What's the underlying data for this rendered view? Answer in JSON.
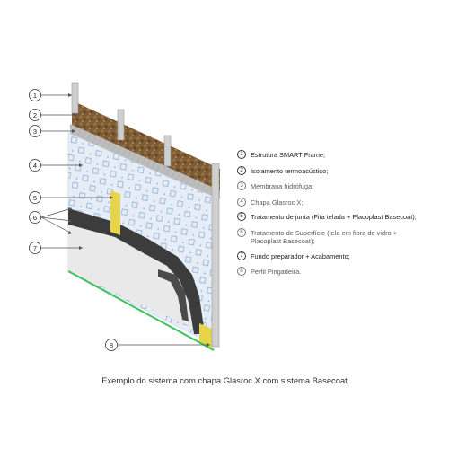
{
  "callouts": [
    "1",
    "2",
    "3",
    "4",
    "5",
    "6",
    "7",
    "8"
  ],
  "legend": [
    {
      "num": "1",
      "text": "Estrutura SMART Frame;"
    },
    {
      "num": "2",
      "text": "Isolamento termoacústico;"
    },
    {
      "num": "3",
      "text": "Membrana hidrófuga;"
    },
    {
      "num": "4",
      "text": "Chapa Glasroc X;"
    },
    {
      "num": "5",
      "text": "Tratamento de junta (Fita telada + Placoplast Basecoat);"
    },
    {
      "num": "6",
      "text": "Tratamento de Superfície (tela em fibra de vidro +\nPlacoplast Basecoat);"
    },
    {
      "num": "7",
      "text": "Fundo preparador + Acabamento;"
    },
    {
      "num": "8",
      "text": "Perfil Pingadeira."
    }
  ],
  "caption": "Exemplo do sistema com chapa Glasroc X com sistema Basecoat",
  "colors": {
    "stud": "#c9c9c9",
    "insulation": "#7a5a34",
    "membrane": "#b9b9b9",
    "board": "#e4ecf5",
    "joint_tape": "#e8d84a",
    "basecoat": "#3e3e3e",
    "finish": "#e6e6e6",
    "drip_profile": "#3cc25a"
  }
}
